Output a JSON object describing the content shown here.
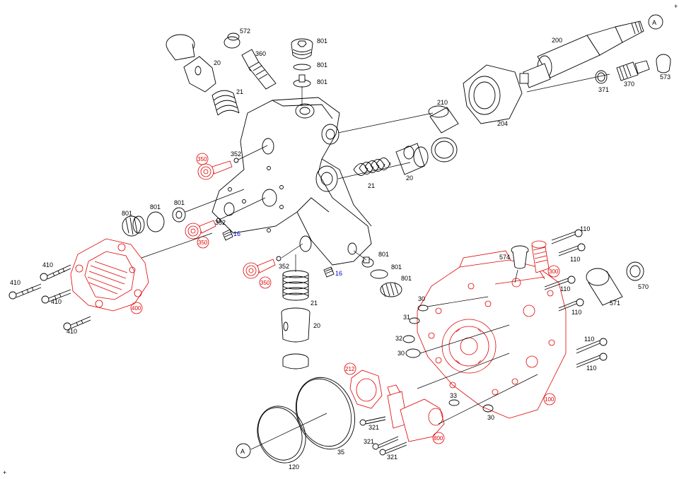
{
  "parts": {
    "p572": "572",
    "p360": "360",
    "p20a": "20",
    "p21a": "21",
    "p801a": "801",
    "p801b": "801",
    "p801c": "801",
    "p200": "200",
    "pA1": "A",
    "p210": "210",
    "p204": "204",
    "p371": "371",
    "p370": "370",
    "p573": "573",
    "p352a": "352",
    "p350a": "350",
    "p21b": "21",
    "p20b": "20",
    "p801d": "801",
    "p801e": "801",
    "p801f": "801",
    "p352b": "352",
    "p350b": "350",
    "p16a": "16",
    "p410a": "410",
    "p410b": "410",
    "p410c": "410",
    "p410d": "410",
    "p400": "400",
    "p352c": "352",
    "p350c": "350",
    "p16b": "16",
    "p801g": "801",
    "p801h": "801",
    "p801i": "801",
    "p21c": "21",
    "p20c": "20",
    "p574": "574",
    "p300": "300",
    "p110a": "110",
    "p110b": "110",
    "p110c": "110",
    "p110d": "110",
    "p110e": "110",
    "p110f": "110",
    "p570": "570",
    "p571": "571",
    "p30a": "30",
    "p31": "31",
    "p32": "32",
    "p30b": "30",
    "p212": "212",
    "p33": "33",
    "p30c": "30",
    "p100": "100",
    "p321a": "321",
    "p321b": "321",
    "p321c": "321",
    "p800": "800",
    "pA2": "A",
    "p120": "120",
    "p35": "35"
  },
  "colors": {
    "line": "#000000",
    "assembly": "#e00000",
    "sensor": "#0000cc"
  }
}
